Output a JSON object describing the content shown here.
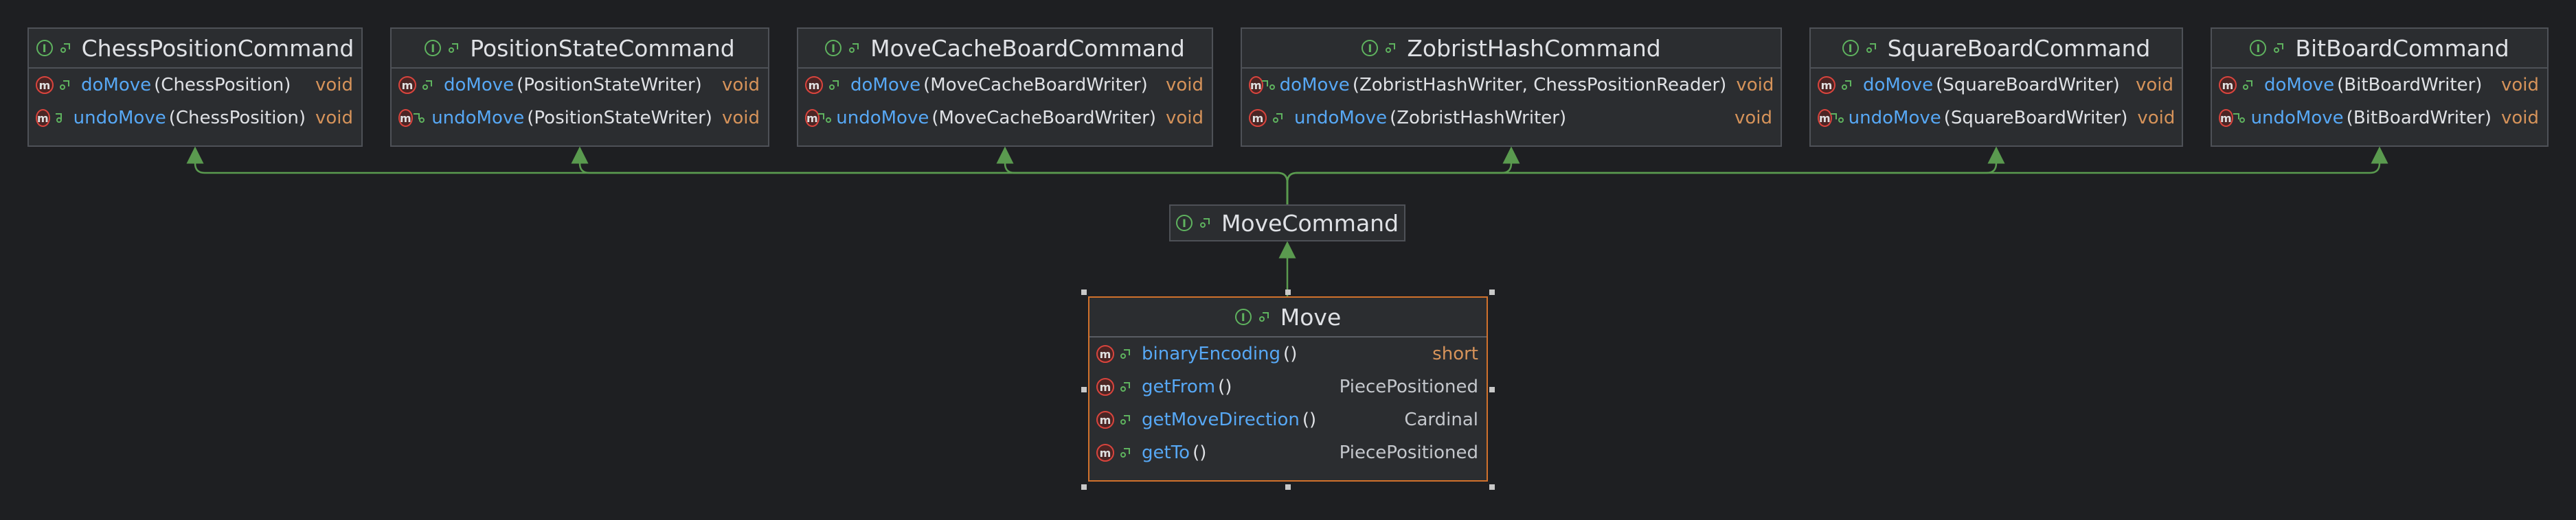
{
  "diagram": {
    "interfaces": [
      {
        "id": "chess-position-command",
        "name": "ChessPositionCommand",
        "members": [
          {
            "name": "doMove",
            "params": "(ChessPosition)",
            "type": "void"
          },
          {
            "name": "undoMove",
            "params": "(ChessPosition)",
            "type": "void"
          }
        ]
      },
      {
        "id": "position-state-command",
        "name": "PositionStateCommand",
        "members": [
          {
            "name": "doMove",
            "params": "(PositionStateWriter)",
            "type": "void"
          },
          {
            "name": "undoMove",
            "params": "(PositionStateWriter)",
            "type": "void"
          }
        ]
      },
      {
        "id": "move-cache-board-command",
        "name": "MoveCacheBoardCommand",
        "members": [
          {
            "name": "doMove",
            "params": "(MoveCacheBoardWriter)",
            "type": "void"
          },
          {
            "name": "undoMove",
            "params": "(MoveCacheBoardWriter)",
            "type": "void"
          }
        ]
      },
      {
        "id": "zobrist-hash-command",
        "name": "ZobristHashCommand",
        "members": [
          {
            "name": "doMove",
            "params": "(ZobristHashWriter, ChessPositionReader)",
            "type": "void"
          },
          {
            "name": "undoMove",
            "params": "(ZobristHashWriter)",
            "type": "void"
          }
        ]
      },
      {
        "id": "square-board-command",
        "name": "SquareBoardCommand",
        "members": [
          {
            "name": "doMove",
            "params": "(SquareBoardWriter)",
            "type": "void"
          },
          {
            "name": "undoMove",
            "params": "(SquareBoardWriter)",
            "type": "void"
          }
        ]
      },
      {
        "id": "bit-board-command",
        "name": "BitBoardCommand",
        "members": [
          {
            "name": "doMove",
            "params": "(BitBoardWriter)",
            "type": "void"
          },
          {
            "name": "undoMove",
            "params": "(BitBoardWriter)",
            "type": "void"
          }
        ]
      }
    ],
    "move_command": {
      "name": "MoveCommand"
    },
    "move": {
      "name": "Move",
      "members": [
        {
          "name": "binaryEncoding",
          "params": "()",
          "type": "short"
        },
        {
          "name": "getFrom",
          "params": "()",
          "type": "PiecePositioned"
        },
        {
          "name": "getMoveDirection",
          "params": "()",
          "type": "Cardinal"
        },
        {
          "name": "getTo",
          "params": "()",
          "type": "PiecePositioned"
        }
      ]
    },
    "badges": {
      "interface": "I",
      "method": "m"
    },
    "colors": {
      "background": "#1e1f22",
      "node": "#2b2d30",
      "border": "#4e5157",
      "selected_border": "#d1712c",
      "edge": "#5a9a4f",
      "method_name": "#57a8f5",
      "return_type": "#d6935a"
    },
    "icons": [
      "interface-icon",
      "public-icon",
      "method-icon"
    ]
  }
}
